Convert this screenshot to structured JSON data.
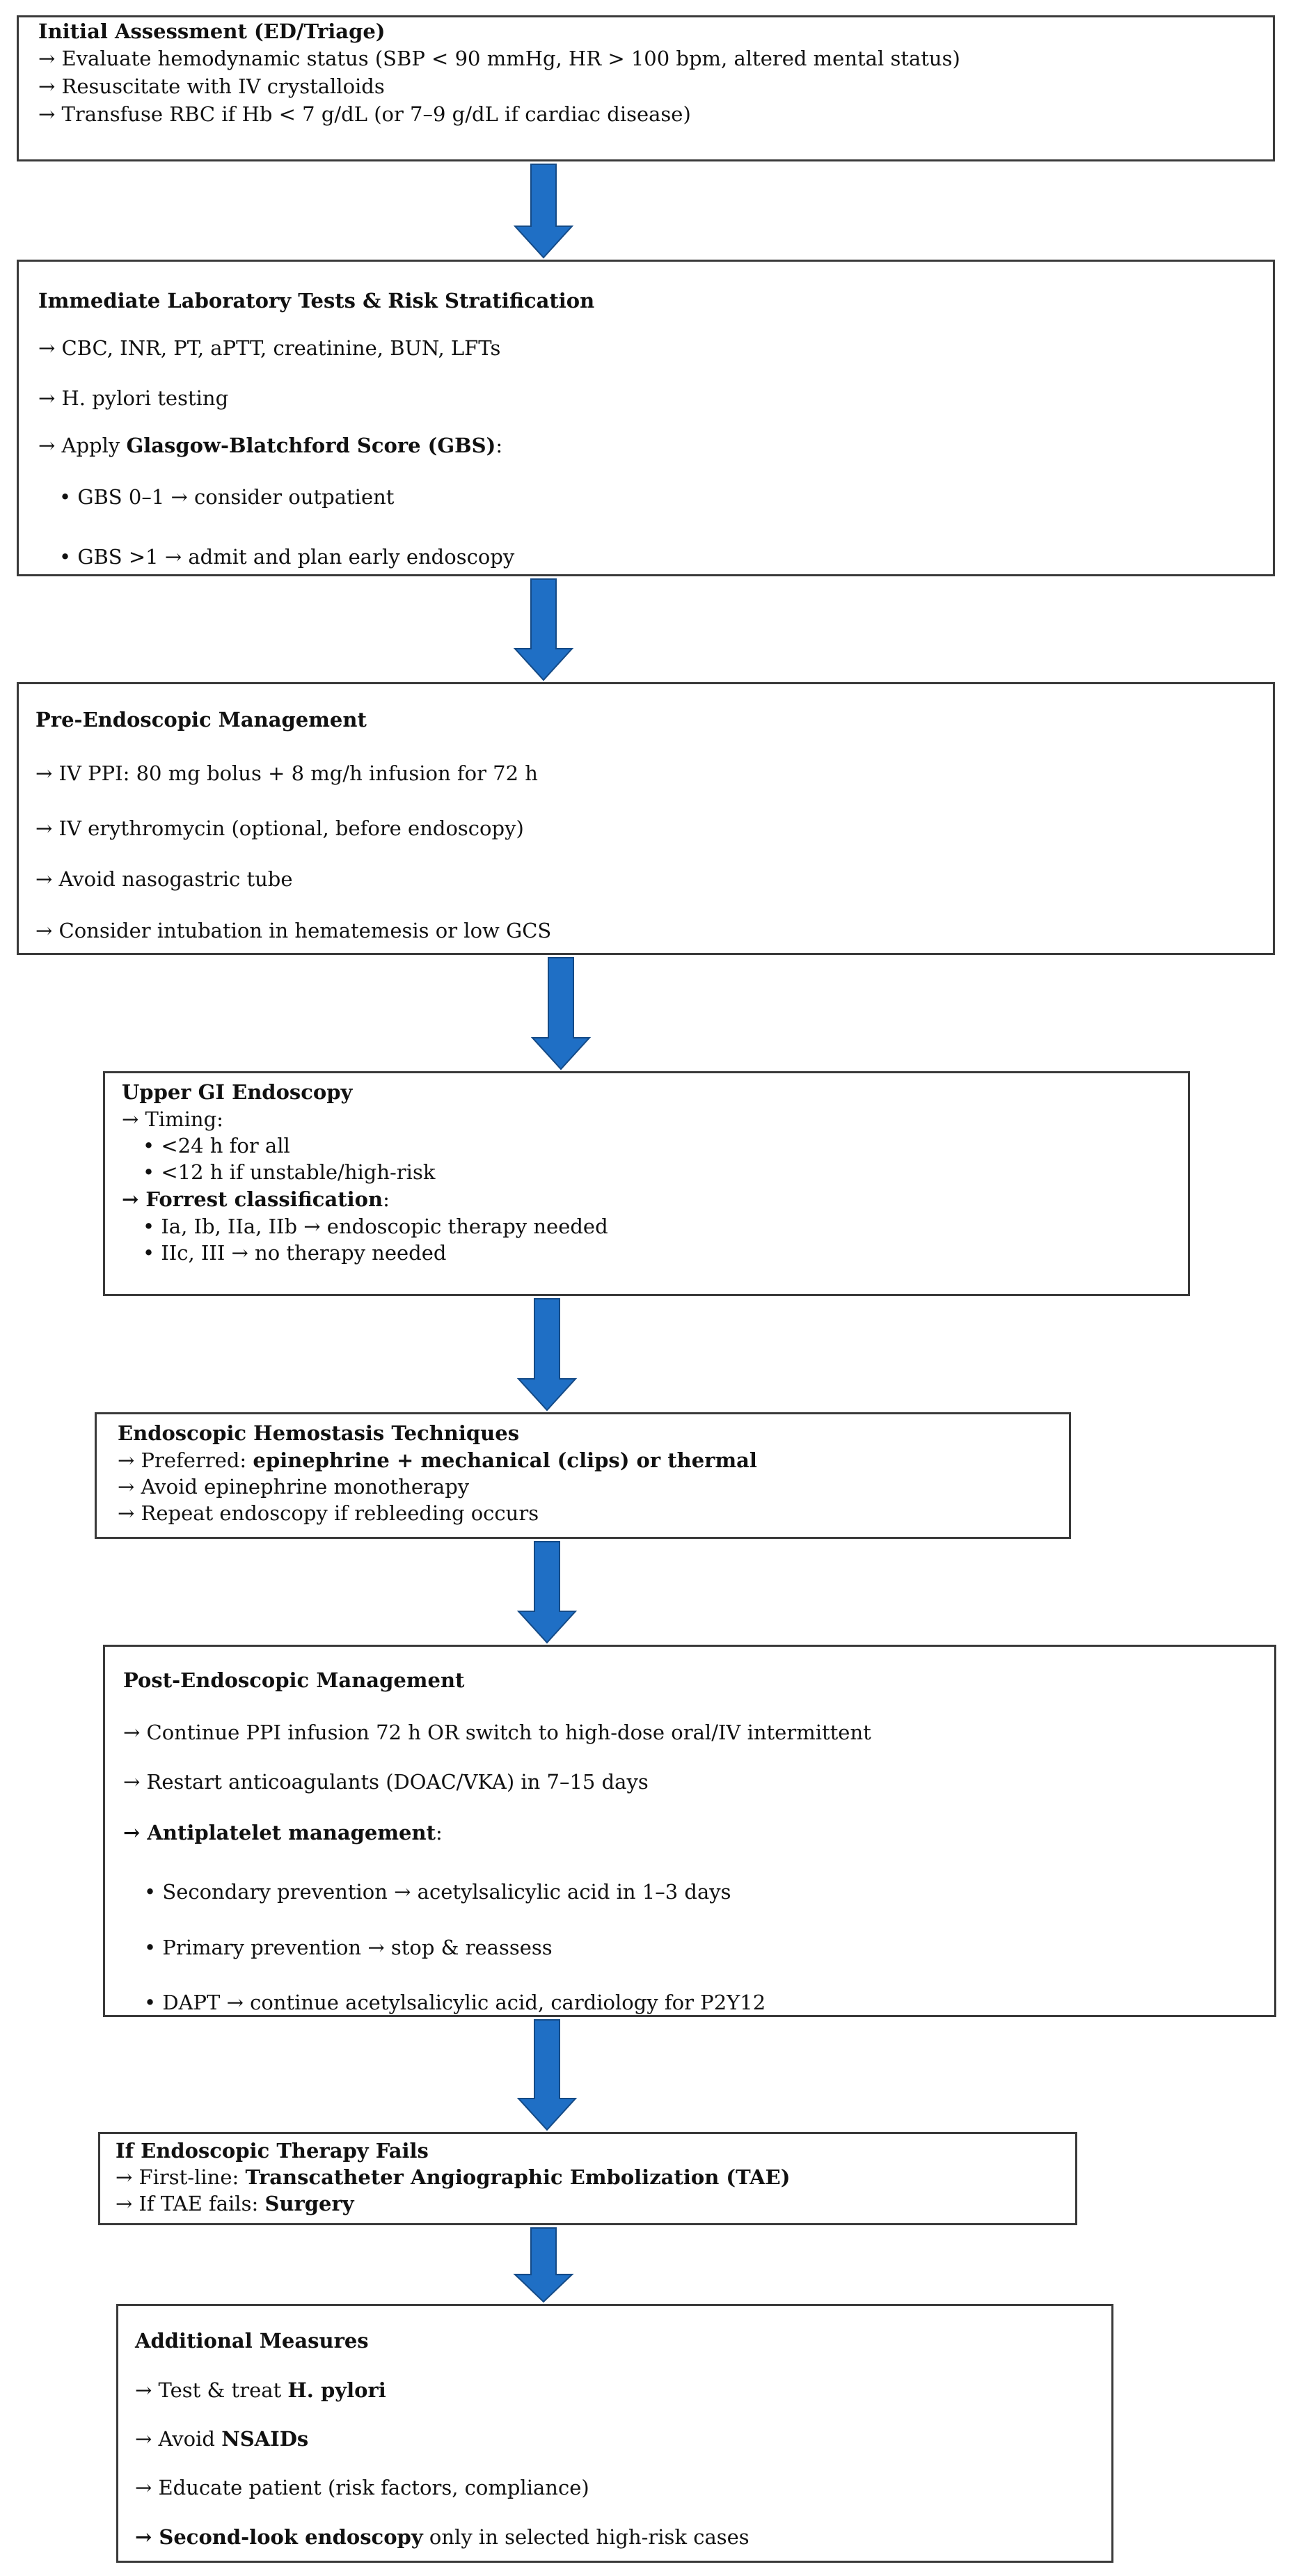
{
  "colors": {
    "arrow_fill": "#1f6fc5",
    "arrow_stroke": "#144a86",
    "border": "#3a3a3a"
  },
  "boxes": [
    {
      "title": "Initial Assessment (ED/Triage)",
      "lines": [
        [
          "→ Evaluate hemodynamic status (SBP < 90 mmHg, HR > 100 bpm, altered mental status)"
        ],
        [
          "→ Resuscitate with IV crystalloids"
        ],
        [
          "→ Transfuse RBC if Hb < 7 g/dL (or 7–9 g/dL if cardiac disease)"
        ]
      ]
    },
    {
      "title": "Immediate Laboratory Tests & Risk Stratification",
      "lines": [
        [
          "→ CBC, INR, PT, aPTT, creatinine, BUN, LFTs"
        ],
        [
          "→ H. pylori testing"
        ],
        [
          "→ Apply ",
          "Glasgow-Blatchford Score (GBS)",
          ":"
        ],
        [
          "• GBS 0–1 → consider outpatient"
        ],
        [
          "• GBS >1 → admit and plan early endoscopy"
        ]
      ]
    },
    {
      "title": "Pre-Endoscopic Management",
      "lines": [
        [
          "→ IV PPI: 80 mg bolus + 8 mg/h infusion for 72 h"
        ],
        [
          "→ IV erythromycin (optional, before endoscopy)"
        ],
        [
          "→ Avoid nasogastric tube"
        ],
        [
          "→ Consider intubation in hematemesis or low GCS"
        ]
      ]
    },
    {
      "title": "Upper GI Endoscopy",
      "lines": [
        [
          "→ Timing:"
        ],
        [
          "• <24 h for all"
        ],
        [
          "• <12 h if unstable/high-risk"
        ],
        [
          "",
          "→ Forrest classification",
          ":"
        ],
        [
          "• Ia, Ib, IIa, IIb → endoscopic therapy needed"
        ],
        [
          "• IIc, III → no therapy needed"
        ]
      ]
    },
    {
      "title": "Endoscopic Hemostasis Techniques",
      "lines": [
        [
          "→ Preferred: ",
          "epinephrine + mechanical (clips) or thermal"
        ],
        [
          "→ Avoid epinephrine monotherapy"
        ],
        [
          "→ Repeat endoscopy if rebleeding occurs"
        ]
      ]
    },
    {
      "title": "Post-Endoscopic Management",
      "lines": [
        [
          "→ Continue PPI infusion 72 h OR switch to high-dose oral/IV intermittent"
        ],
        [
          "→ Restart anticoagulants (DOAC/VKA) in 7–15 days"
        ],
        [
          "",
          "→ Antiplatelet management",
          ":"
        ],
        [
          "• Secondary prevention → acetylsalicylic acid in 1–3 days"
        ],
        [
          "• Primary prevention → stop & reassess"
        ],
        [
          "• DAPT → continue acetylsalicylic acid, cardiology for P2Y12"
        ]
      ]
    },
    {
      "title": "If Endoscopic Therapy Fails",
      "lines": [
        [
          "→ First-line: ",
          "Transcatheter Angiographic Embolization (TAE)"
        ],
        [
          "→ If TAE fails: ",
          "Surgery"
        ]
      ]
    },
    {
      "title": "Additional Measures",
      "lines": [
        [
          "→ Test & treat ",
          "H. pylori"
        ],
        [
          "→ Avoid ",
          "NSAIDs"
        ],
        [
          "→ Educate patient (risk factors, compliance)"
        ],
        [
          "",
          "→ Second-look endoscopy",
          " only in selected high-risk cases"
        ]
      ]
    }
  ]
}
